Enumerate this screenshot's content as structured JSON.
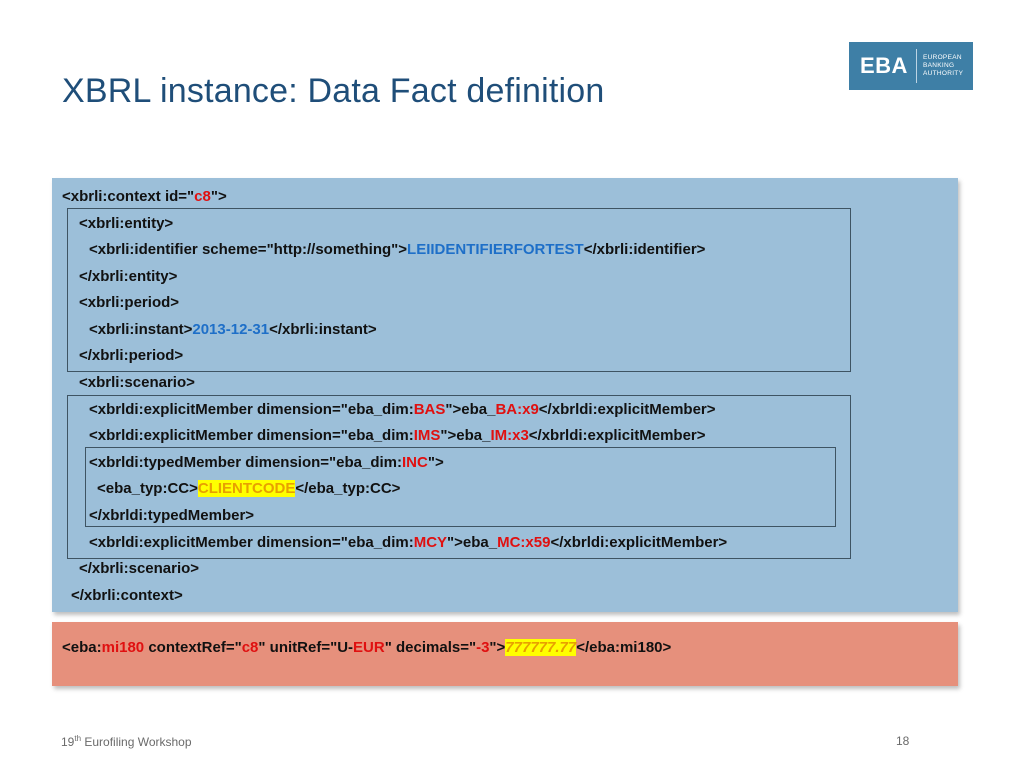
{
  "slide": {
    "title": "XBRL instance: Data Fact definition",
    "page_number": "18",
    "footer_num": "19",
    "footer_sup": "th",
    "footer_text": " Eurofiling Workshop"
  },
  "logo": {
    "mark": "EBA",
    "line1": "EUROPEAN",
    "line2": "BANKING",
    "line3": "AUTHORITY"
  },
  "code": {
    "l1": {
      "a": "<xbrli:context id=\"",
      "b": "c8",
      "c": "\">"
    },
    "l2": "<xbrli:entity>",
    "l3": {
      "a": "<xbrli:identifier scheme=\"http://something\">",
      "b": "LEIIDENTIFIERFORTEST",
      "c": "</xbrli:identifier>"
    },
    "l4": "</xbrli:entity>",
    "l5": "<xbrli:period>",
    "l6": {
      "a": "<xbrli:instant>",
      "b": "2013-12-31",
      "c": "</xbrli:instant>"
    },
    "l7": "</xbrli:period>",
    "l8": "<xbrli:scenario>",
    "l9": {
      "a": "<xbrldi:explicitMember dimension=\"eba_dim:",
      "b": "BAS",
      "c": "\">eba_",
      "d": "BA:x9",
      "e": "</xbrldi:explicitMember>"
    },
    "l10": {
      "a": "<xbrldi:explicitMember dimension=\"eba_dim:",
      "b": "IMS",
      "c": "\">eba_",
      "d": "IM:x3",
      "e": "</xbrldi:explicitMember>"
    },
    "l11": {
      "a": "<xbrldi:typedMember dimension=\"eba_dim:",
      "b": "INC",
      "c": "\">"
    },
    "l12": {
      "a": "<eba_typ:CC>",
      "b": "CLIENTCODE",
      "c": "</eba_typ:CC>"
    },
    "l13": "</xbrldi:typedMember>",
    "l14": {
      "a": "<xbrldi:explicitMember dimension=\"eba_dim:",
      "b": "MCY",
      "c": "\">eba_",
      "d": "MC:x59",
      "e": "</xbrldi:explicitMember>"
    },
    "l15": "</xbrli:scenario>",
    "l16": "</xbrli:context>"
  },
  "fact": {
    "a": "<eba:",
    "b": "mi180",
    "c": " contextRef=\"",
    "d": "c8",
    "e": "\" unitRef=\"U-",
    "f": "EUR",
    "g": "\" decimals=\"",
    "h": "-3",
    "i": "\">",
    "j": "777777.77",
    "k": "</eba:mi180>"
  },
  "colors": {
    "title": "#1f4e79",
    "code_panel": "#9cbfd9",
    "fact_panel": "#e6907c",
    "highlight_red": "#e01010",
    "highlight_blue": "#1e6fc8",
    "highlight_yellow": "#ffff00"
  }
}
